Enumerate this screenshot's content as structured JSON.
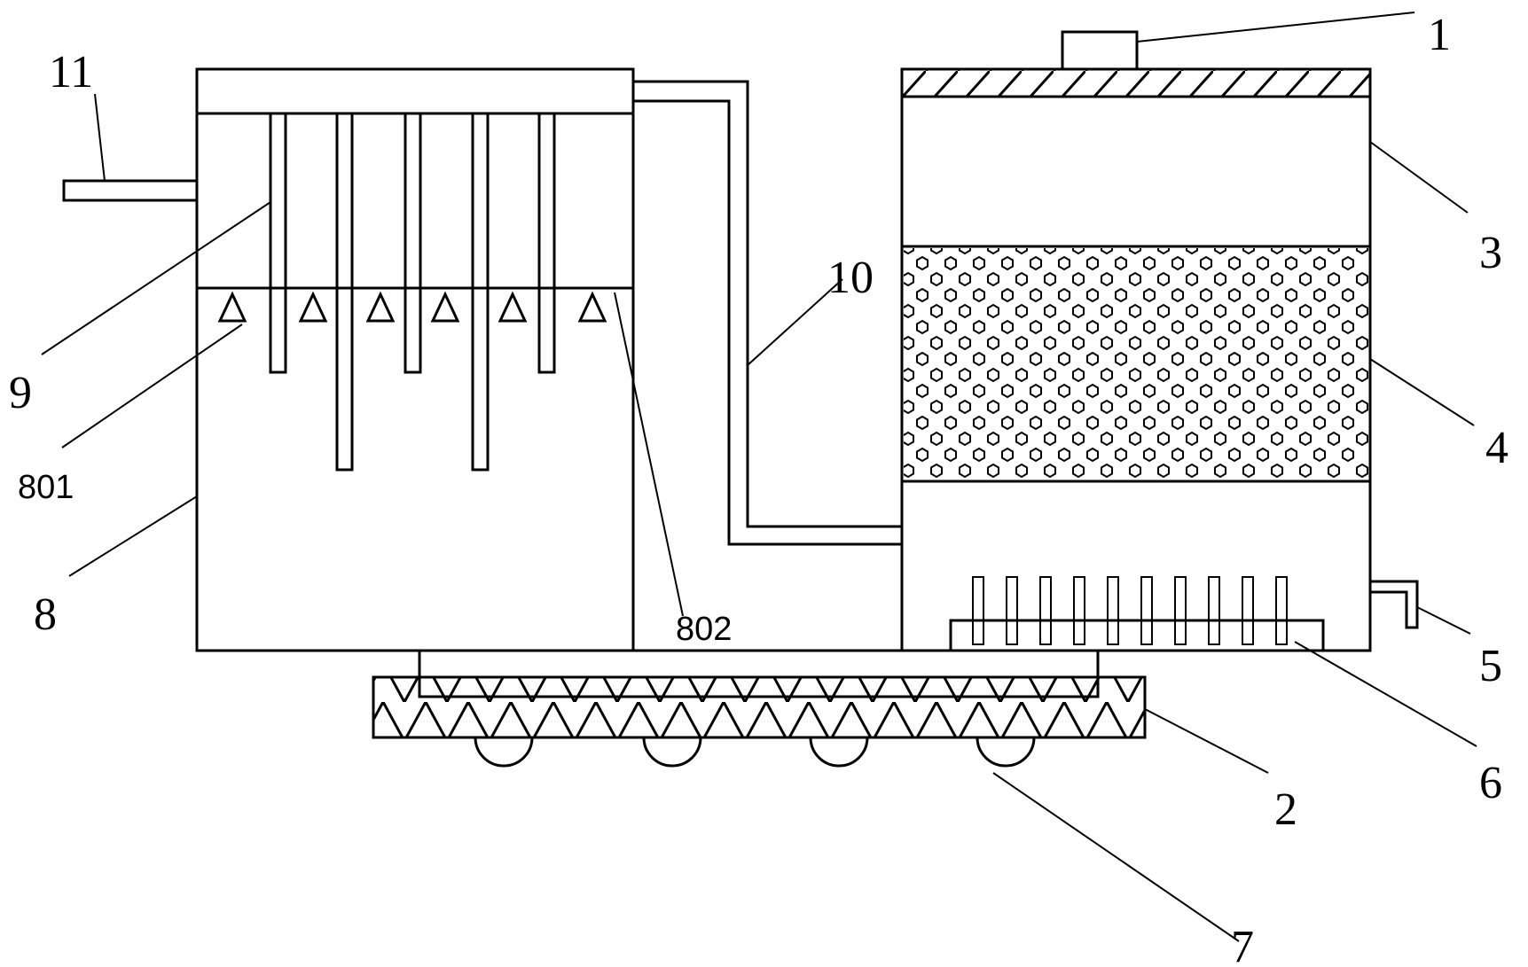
{
  "labels": {
    "l1": "1",
    "l2": "2",
    "l3": "3",
    "l4": "4",
    "l5": "5",
    "l6": "6",
    "l7": "7",
    "l8": "8",
    "l9": "9",
    "l10": "10",
    "l11": "11",
    "l801": "801",
    "l802": "802"
  },
  "colors": {
    "line": "#000000",
    "background": "#ffffff"
  },
  "patterns": {
    "lid": "diagonal-hatch",
    "base": "cross-hatch",
    "filter": "hexagon-dots"
  }
}
